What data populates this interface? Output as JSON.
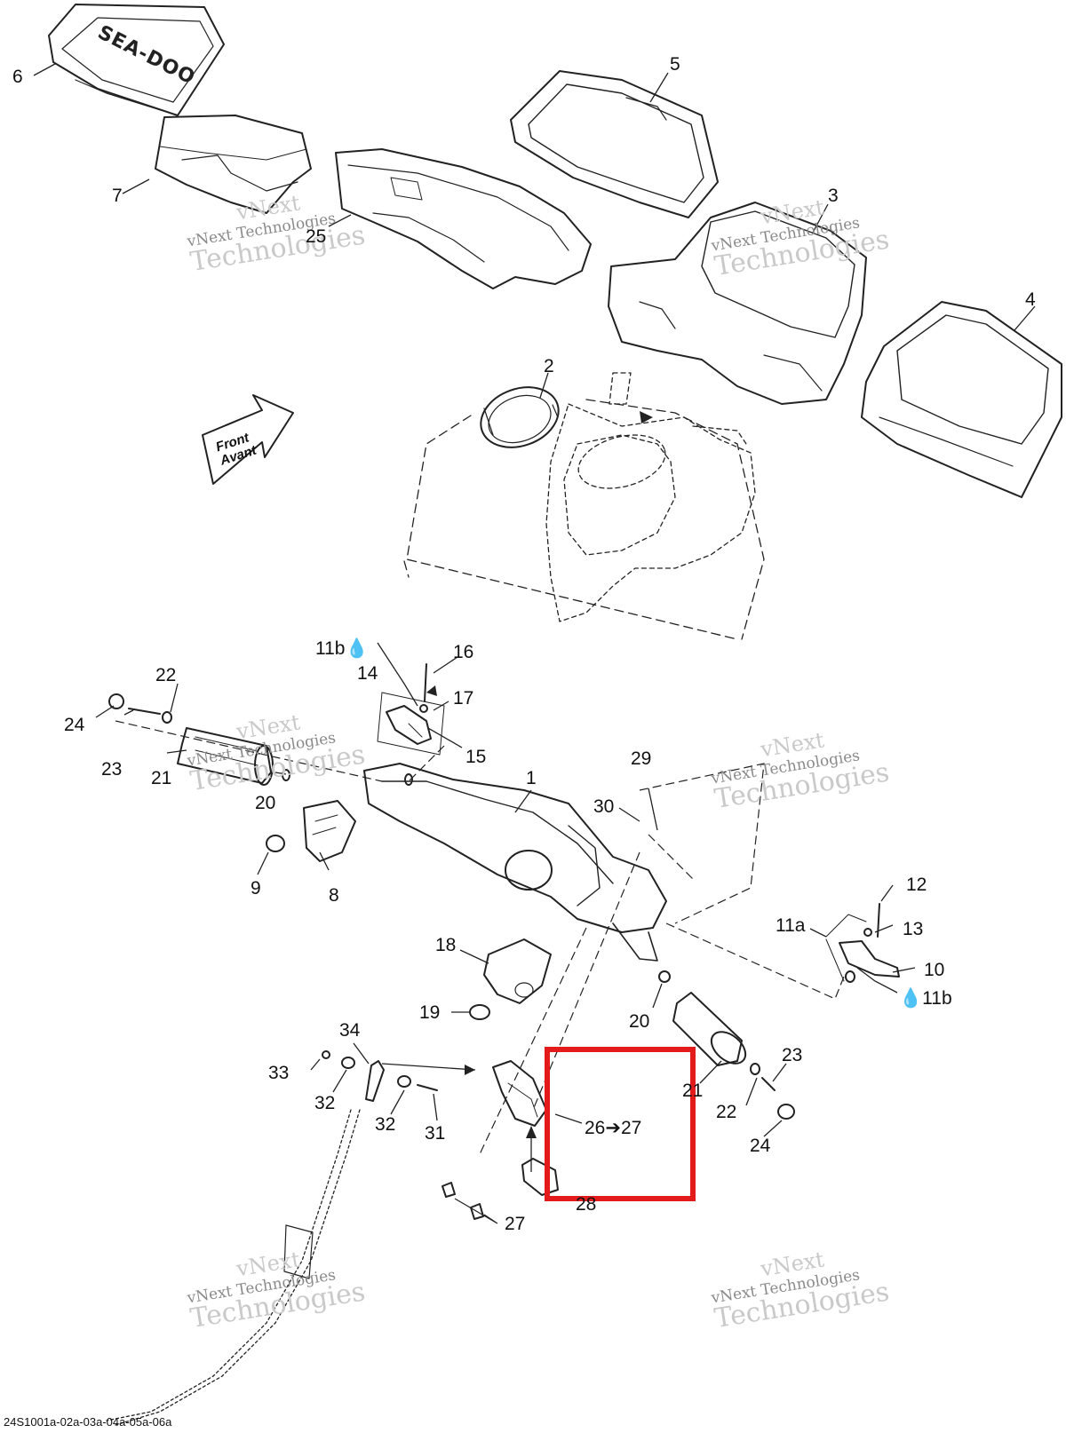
{
  "diagram": {
    "brand_text": "SEA-DOO",
    "front_label_1": "Front",
    "front_label_2": "Avant",
    "reference_code": "24S1001a-02a-03a-04a-05a-06a",
    "highlight_text": "26➔27",
    "highlight_color": "#e31b1b",
    "callouts": [
      "6",
      "5",
      "7",
      "25",
      "3",
      "4",
      "2",
      "11b💧",
      "16",
      "14",
      "17",
      "22",
      "24",
      "23",
      "21",
      "20",
      "15",
      "29",
      "1",
      "30",
      "9",
      "8",
      "12",
      "11a",
      "13",
      "18",
      "10",
      "💧11b",
      "19",
      "20",
      "34",
      "23",
      "33",
      "32",
      "21",
      "22",
      "32",
      "31",
      "24",
      "28",
      "27"
    ],
    "watermark": {
      "line1": "vNext",
      "line2": "vNext Technologies",
      "line3": "Technologies"
    }
  }
}
